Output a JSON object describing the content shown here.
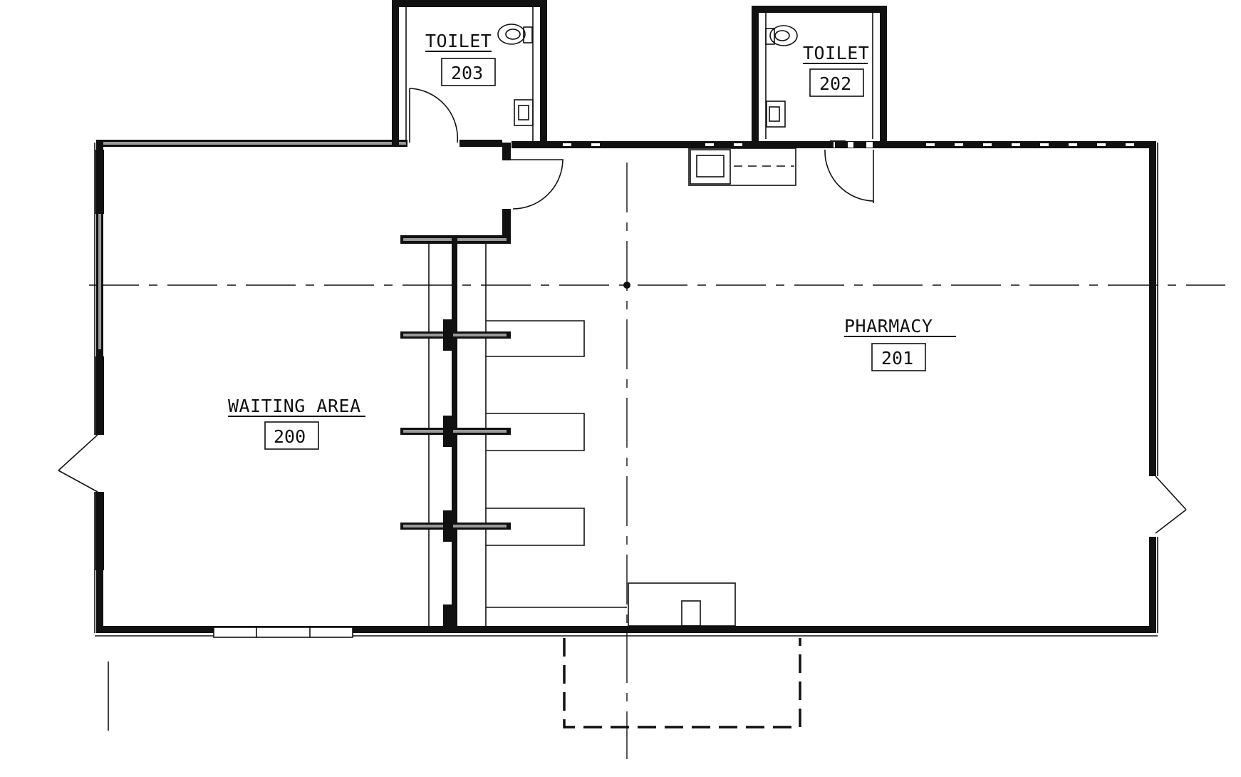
{
  "rooms": [
    {
      "key": "waiting",
      "name": "WAITING AREA",
      "number": "200"
    },
    {
      "key": "pharmacy",
      "name": "PHARMACY",
      "number": "201"
    },
    {
      "key": "toilet_202",
      "name": "TOILET",
      "number": "202"
    },
    {
      "key": "toilet_203",
      "name": "TOILET",
      "number": "203"
    }
  ],
  "colors": {
    "wall": "#111111",
    "wall_infill": "#9a9a9a",
    "background": "#ffffff"
  }
}
